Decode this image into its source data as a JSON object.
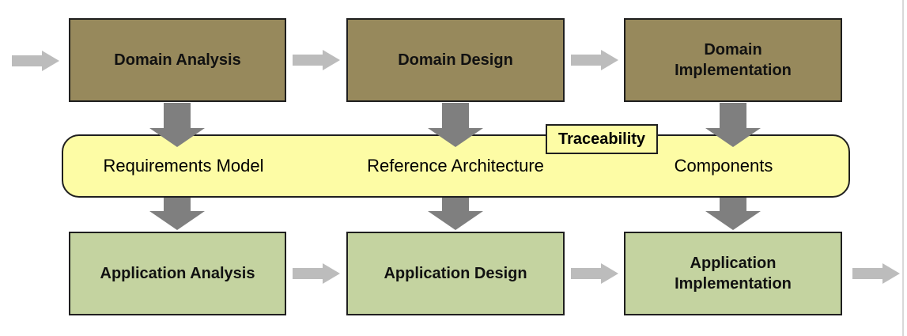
{
  "diagram": {
    "type": "flow-diagram",
    "colors": {
      "domain_box": "#97895C",
      "application_box": "#C4D3A0",
      "artifact_band": "#FDFCA5",
      "traceability_box": "#FDFCA5",
      "box_border": "#1F1F1F",
      "down_arrow": "#7F7F7F",
      "side_arrow": "#BCBCBC",
      "frame_line": "#D8D8D8"
    },
    "top_row": [
      "Domain Analysis",
      "Domain Design",
      "Domain Implementation"
    ],
    "band": {
      "tag": "Traceability",
      "items": [
        "Requirements Model",
        "Reference Architecture",
        "Components"
      ]
    },
    "bottom_row": [
      "Application Analysis",
      "Application Design",
      "Application Implementation"
    ]
  }
}
